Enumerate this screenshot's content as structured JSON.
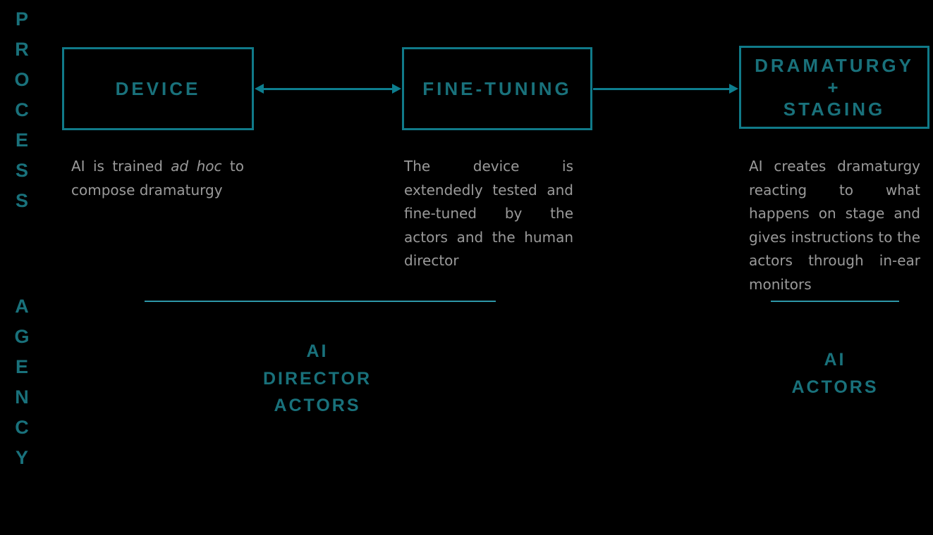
{
  "colors": {
    "background": "#000000",
    "teal_text": "#19717b",
    "teal_border": "#107a89",
    "teal_arrow": "#0d7e8f",
    "teal_rule": "#2e97a8",
    "gray_text": "#9a9a9a"
  },
  "side_labels": {
    "process": "PROCESS",
    "agency": "AGENCY"
  },
  "boxes": [
    {
      "title": "DEVICE",
      "description_parts": {
        "before": "AI is trained ",
        "italic": "ad hoc",
        "after": " to compose dramaturgy"
      }
    },
    {
      "title": "FINE-TUNING",
      "description": "The device is extendedly tested and fine-tuned by the actors and the human director"
    },
    {
      "title_lines": [
        "DRAMATURGY",
        "+",
        "STAGING"
      ],
      "description": "AI creates dramaturgy reacting to what happens on stage and gives instructions to the actors through in-ear monitors"
    }
  ],
  "arrows": [
    {
      "from": "DEVICE",
      "to": "FINE-TUNING",
      "style": "double-headed"
    },
    {
      "from": "FINE-TUNING",
      "to": "DRAMATURGY + STAGING",
      "style": "single-headed-right"
    }
  ],
  "agency_groups": [
    {
      "lines": [
        "AI",
        "DIRECTOR",
        "ACTORS"
      ]
    },
    {
      "lines": [
        "AI",
        "ACTORS"
      ]
    }
  ]
}
